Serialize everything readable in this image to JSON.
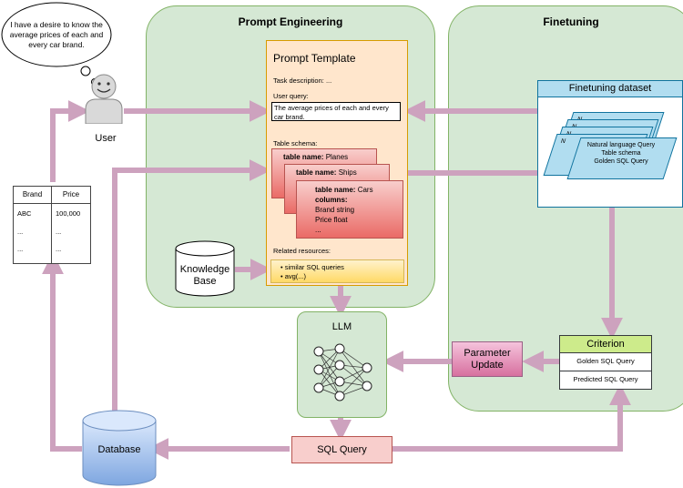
{
  "panels": {
    "prompt_engineering": "Prompt Engineering",
    "finetuning": "Finetuning"
  },
  "user": {
    "speech": [
      "I have a desire to know the",
      "average prices of each and",
      "every car brand."
    ],
    "label": "User"
  },
  "price_table": {
    "headers": [
      "Brand",
      "Price"
    ],
    "rows": [
      [
        "ABC",
        "100,000"
      ],
      [
        "...",
        "..."
      ],
      [
        "...",
        "..."
      ]
    ]
  },
  "prompt_template": {
    "title": "Prompt Template",
    "task_description": "Task description: ...",
    "user_query_label": "User query:",
    "user_query_text": "The average prices of each and every car brand.",
    "table_schema_label": "Table schema:",
    "tables": [
      {
        "lines": [
          {
            "bold": "table name:",
            "rest": " Planes"
          }
        ]
      },
      {
        "lines": [
          {
            "bold": "table name:",
            "rest": " Ships"
          }
        ]
      },
      {
        "lines": [
          {
            "bold": "table name:",
            "rest": " Cars"
          },
          {
            "bold": "columns:",
            "rest": ""
          },
          {
            "bold": "",
            "rest": "Brand string"
          },
          {
            "bold": "",
            "rest": "Price float"
          },
          {
            "bold": "",
            "rest": "..."
          }
        ]
      }
    ],
    "related_label": "Related resources:",
    "related_items": [
      "similar SQL queries",
      "avg(...)"
    ]
  },
  "knowledge_base": [
    "Knowledge",
    "Base"
  ],
  "finetuning_dataset": {
    "title": "Finetuning dataset",
    "card_lines": [
      "Natural language Query",
      "Table schema",
      "Golden SQL Query"
    ],
    "back_card_letter": "N"
  },
  "llm": "LLM",
  "parameter_update": [
    "Parameter",
    "Update"
  ],
  "criterion": {
    "title": "Criterion",
    "rows": [
      "Golden SQL Query",
      "Predicted SQL Query"
    ]
  },
  "sql_query": "SQL Query",
  "database": "Database",
  "colors": {
    "panel_fill": "#d5e8d4",
    "panel_stroke": "#82b366",
    "arrow": "#cda2be",
    "template_fill": "#ffe6cc",
    "table_fill": "#f8cecc",
    "dataset_fill": "#b1ddf0",
    "criterion_header": "#cdeb8b",
    "param_fill": "#e6a0c0",
    "database_fill": "#7ea6e0"
  }
}
